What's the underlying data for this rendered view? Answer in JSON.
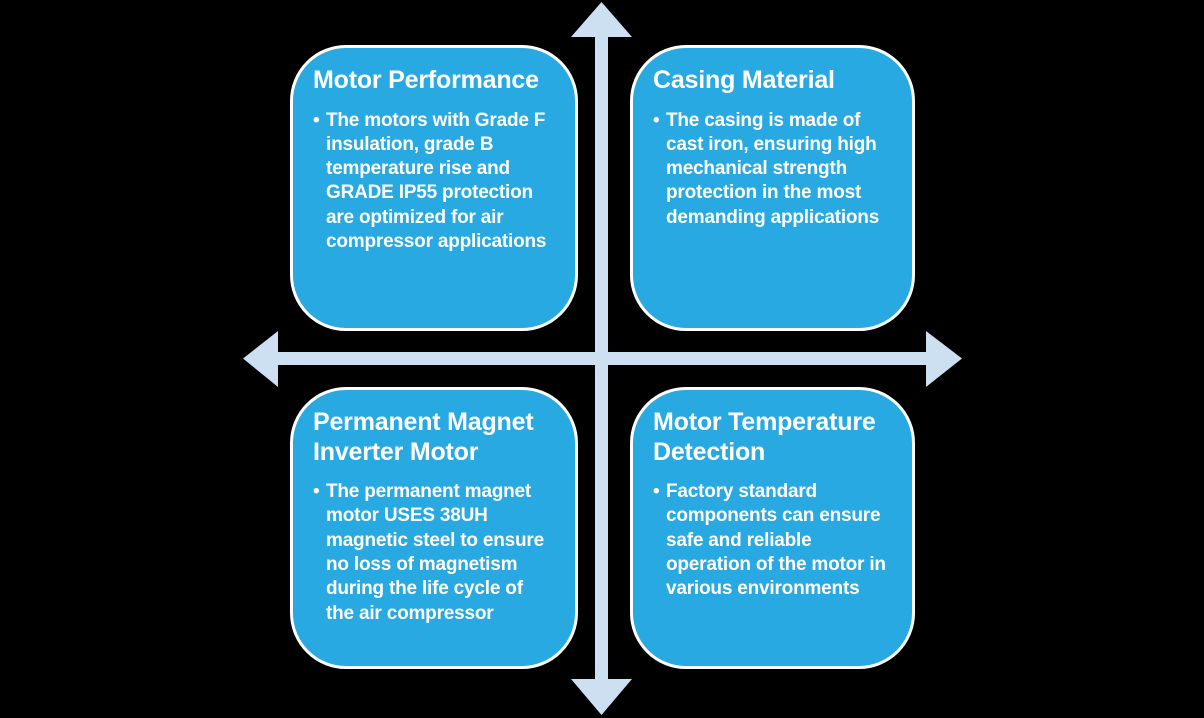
{
  "diagram": {
    "type": "quadrant-matrix",
    "description_axes": "double-headed vertical and horizontal arrows crossing at center"
  },
  "colors": {
    "background": "#000000",
    "box_fill": "#28A9E1",
    "box_border": "#FFFFFF",
    "arrow_fill": "#CDE0F2",
    "text": "#FFFFFF"
  },
  "bullet_char": "•",
  "quadrants": {
    "top_left": {
      "title": "Motor Performance",
      "body": "The motors with Grade F insulation, grade B temperature rise and GRADE IP55 protection are optimized for air compressor applications"
    },
    "top_right": {
      "title": "Casing Material",
      "body": "The casing is made of cast iron, ensuring high mechanical strength protection in the most demanding applications"
    },
    "bottom_left": {
      "title": "Permanent Magnet Inverter Motor",
      "body": "The permanent magnet motor USES 38UH magnetic steel to ensure no loss of magnetism during the life cycle of the air compressor"
    },
    "bottom_right": {
      "title": "Motor Temperature Detection",
      "body": "Factory standard components can ensure safe and reliable operation of the motor in various environments"
    }
  }
}
